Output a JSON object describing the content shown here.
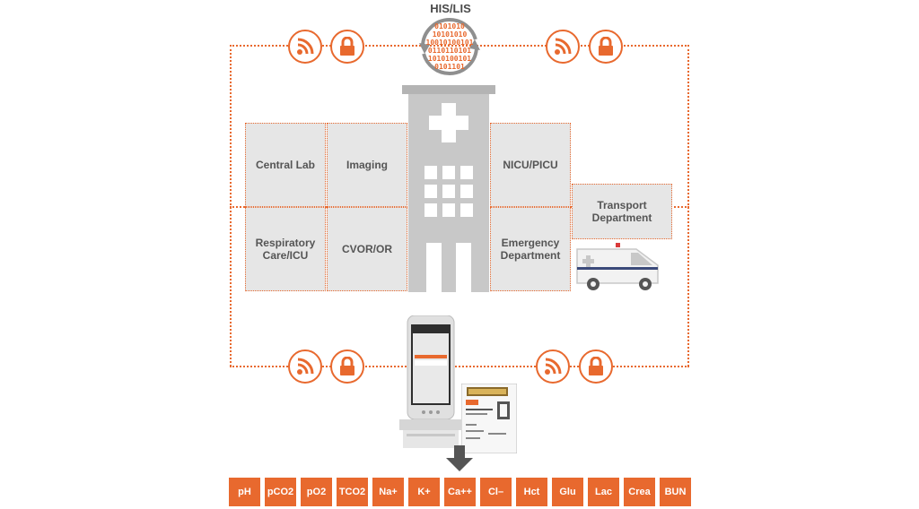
{
  "header": {
    "title": "HIS/LIS"
  },
  "his": {
    "binary_lines": [
      "0101010",
      "10101010",
      "10010100101",
      "0110110101",
      "1010100101",
      "0101101"
    ]
  },
  "departments": {
    "central_lab": "Central Lab",
    "imaging": "Imaging",
    "nicu_picu": "NICU/PICU",
    "respiratory": "Respiratory Care/ICU",
    "cvor": "CVOR/OR",
    "emergency": "Emergency Department",
    "transport": "Transport Department"
  },
  "parameters": [
    "pH",
    "pCO2",
    "pO2",
    "TCO2",
    "Na+",
    "K+",
    "Ca++",
    "Cl–",
    "Hct",
    "Glu",
    "Lac",
    "Crea",
    "BUN"
  ],
  "icons": {
    "wifi": "wifi-signal-icon",
    "lock": "lock-icon",
    "sync": "sync-icon",
    "hospital": "hospital-icon",
    "ambulance": "ambulance-icon",
    "device": "handheld-analyzer-icon",
    "card": "test-card-icon",
    "arrow": "arrow-down-icon"
  },
  "colors": {
    "accent": "#e8692e",
    "dept_bg": "#e6e6e6",
    "building": "#c8c8c8",
    "text": "#555555"
  }
}
